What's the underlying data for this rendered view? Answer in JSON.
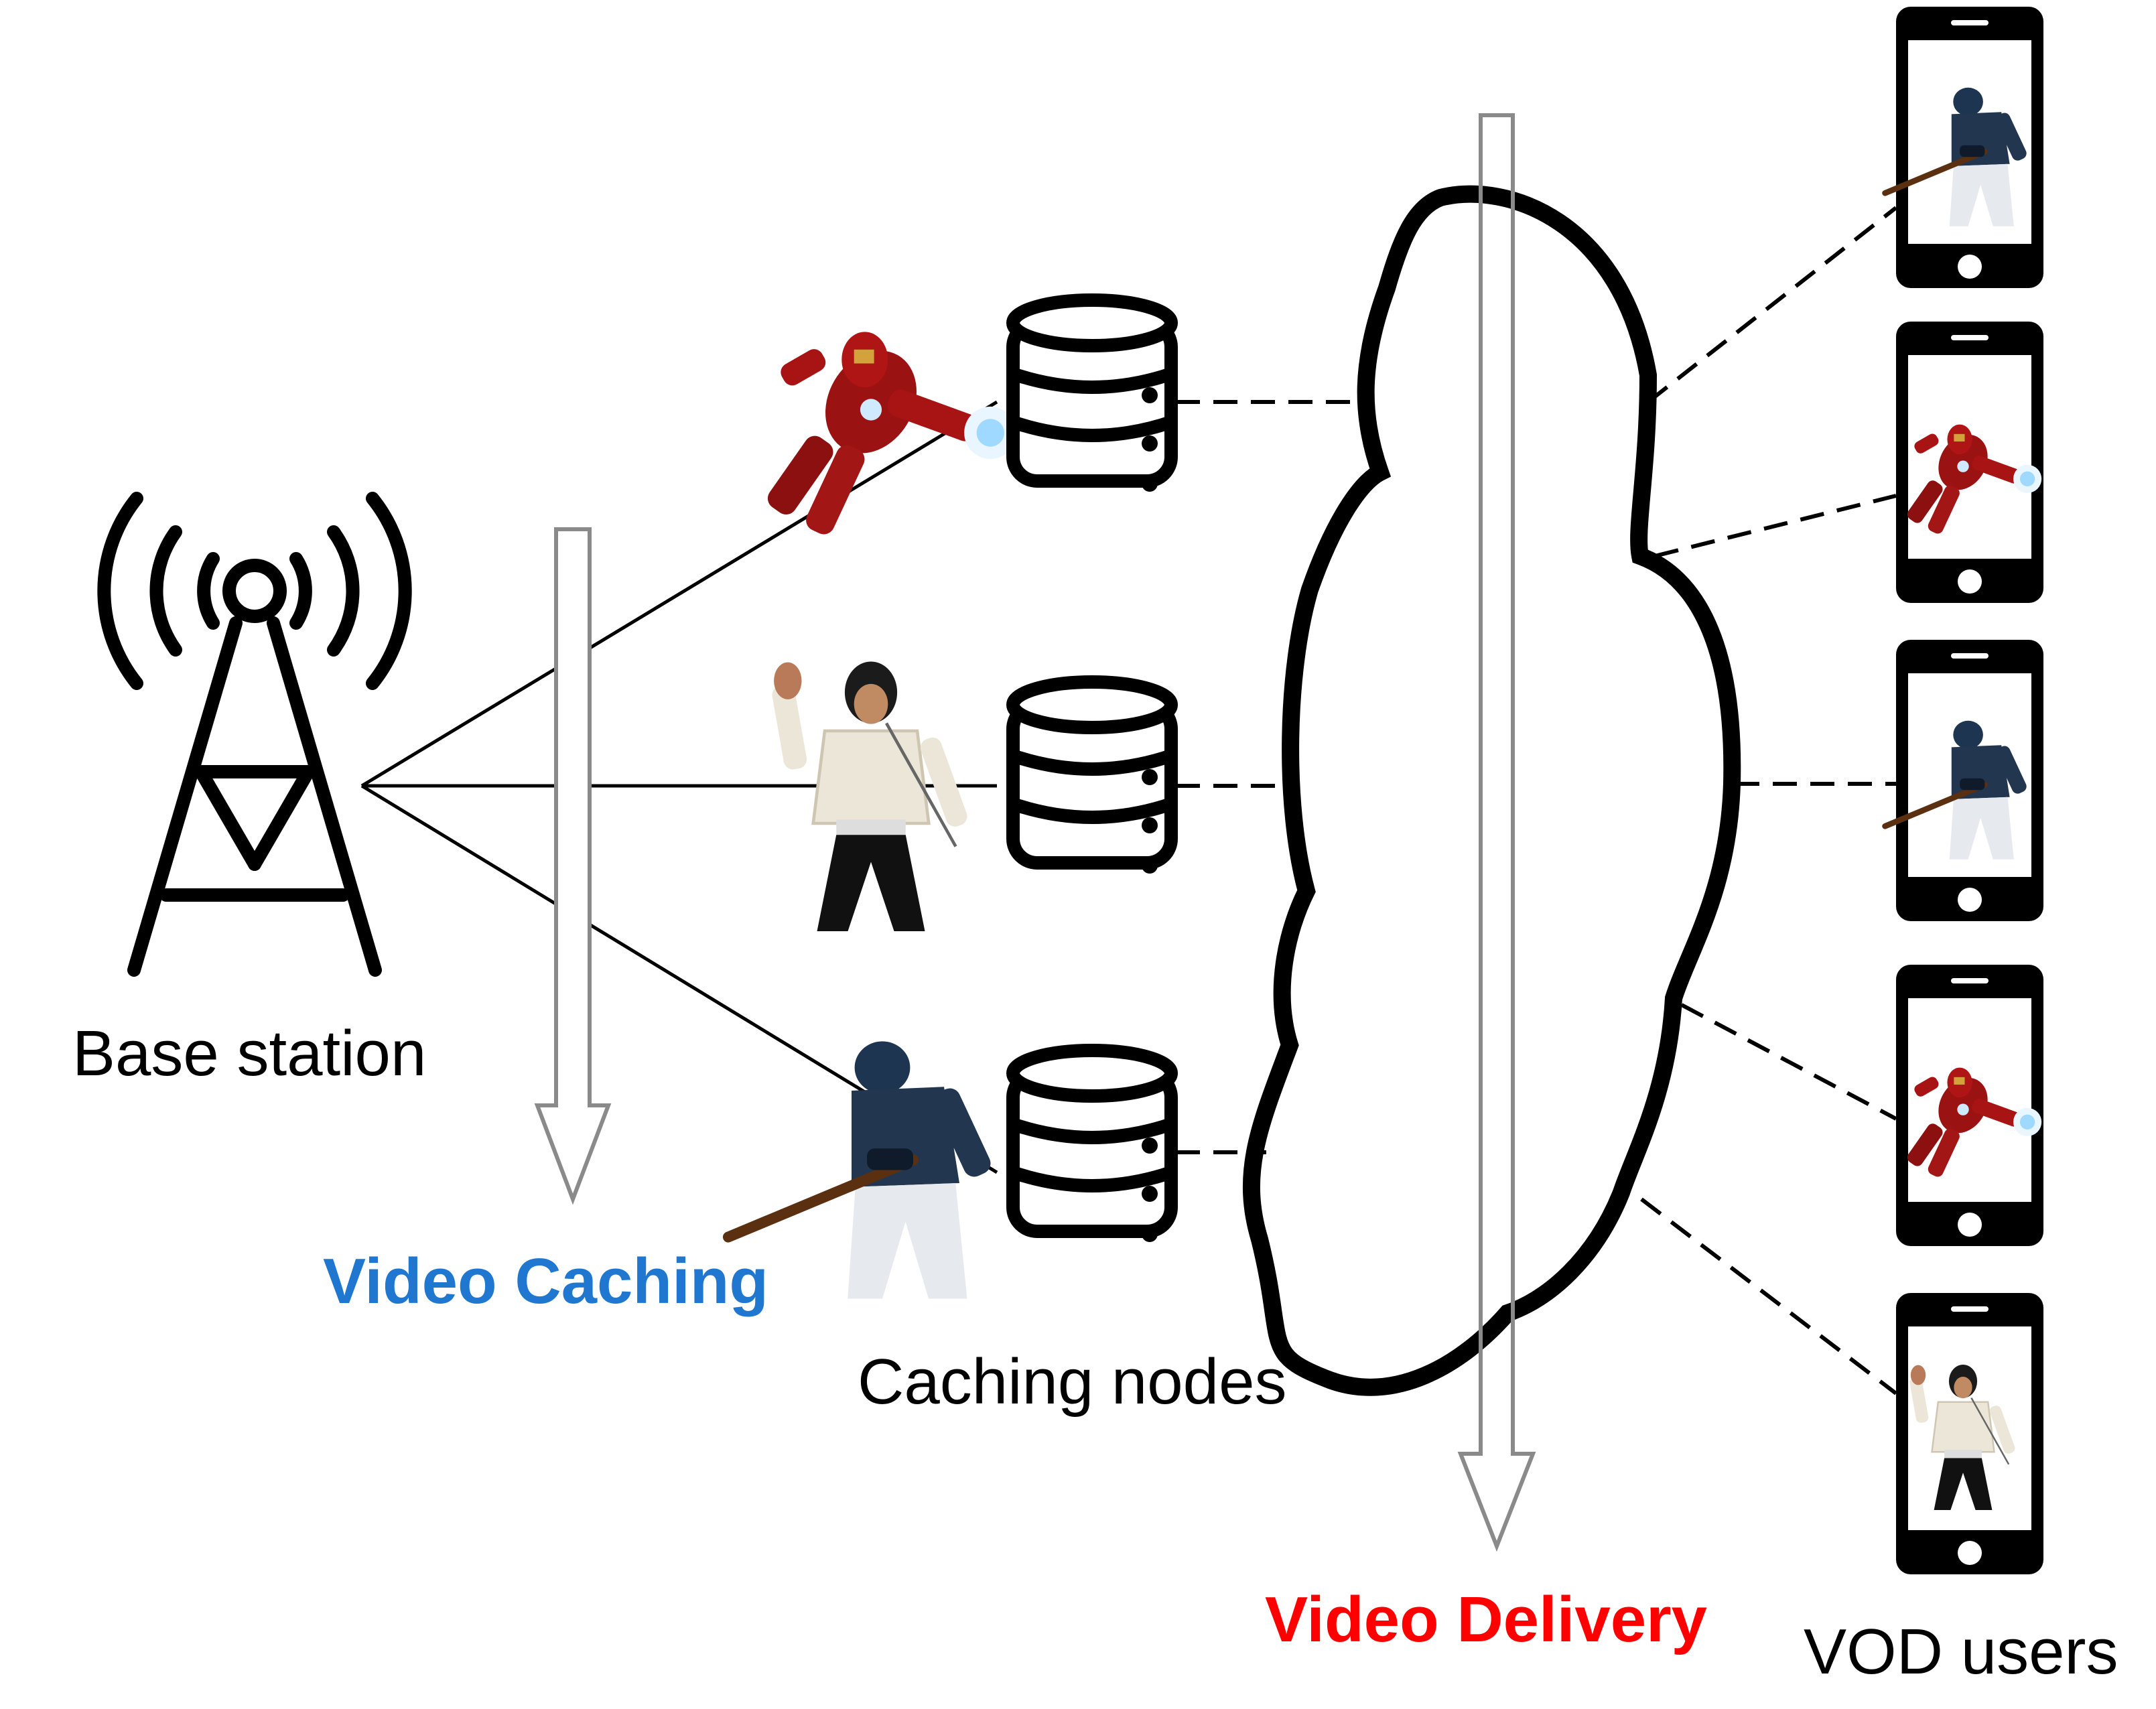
{
  "labels": {
    "base_station": "Base station",
    "video_caching": "Video Caching",
    "caching_nodes": "Caching nodes",
    "video_delivery": "Video Delivery",
    "vod_users": "VOD users"
  },
  "colors": {
    "caching_label": "#1f77d0",
    "delivery_label": "#ff0000",
    "arrow": "#8a8a8a",
    "line": "#000000"
  },
  "caching_nodes": [
    {
      "content": "iron-man-icon"
    },
    {
      "content": "singer-icon"
    },
    {
      "content": "baseball-player-icon"
    }
  ],
  "vod_users": [
    {
      "content": "baseball-player-icon"
    },
    {
      "content": "iron-man-icon"
    },
    {
      "content": "baseball-player-icon"
    },
    {
      "content": "iron-man-icon"
    },
    {
      "content": "singer-icon"
    }
  ]
}
